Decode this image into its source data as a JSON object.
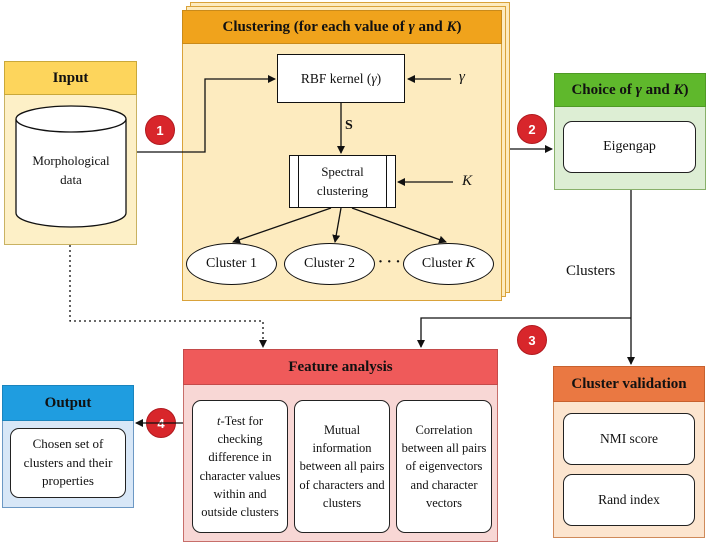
{
  "clustering": {
    "title_prefix": "Clustering (for each value of ",
    "title_gamma": "γ",
    "title_and": " and ",
    "title_K": "K",
    "title_suffix": ")",
    "rbf_prefix": "RBF kernel (",
    "rbf_gamma": "γ",
    "rbf_suffix": ")",
    "gamma_input": "γ",
    "s_label": "S",
    "spectral_label": "Spectral clustering",
    "k_input": "K",
    "cluster1": "Cluster 1",
    "cluster2": "Cluster 2",
    "dots": "· · ·",
    "clusterK_prefix": "Cluster ",
    "clusterK_K": "K"
  },
  "input": {
    "title": "Input",
    "data_label": "Morphological data"
  },
  "choice": {
    "title_prefix": "Choice of ",
    "title_gamma": "γ",
    "title_and": " and ",
    "title_K": "K",
    "title_suffix": ")",
    "eigengap": "Eigengap"
  },
  "clusters_label": "Clusters",
  "badges": [
    "1",
    "2",
    "3",
    "4"
  ],
  "feature": {
    "title": "Feature analysis",
    "box1_t": "t",
    "box1_text": "-Test for checking difference in character values within and outside clusters",
    "box2": "Mutual information between all pairs of characters and clusters",
    "box3": "Correlation between all pairs of eigenvectors and character vectors"
  },
  "output": {
    "title": "Output",
    "text": "Chosen set of clusters and their properties"
  },
  "validation": {
    "title": "Cluster validation",
    "nmi": "NMI score",
    "rand": "Rand index"
  },
  "colors": {
    "clustering_head": "#f0a31c",
    "clustering_body": "#fdebbf",
    "input_head": "#fdd55c",
    "input_body": "#fdf0c7",
    "choice_head": "#5fb82c",
    "choice_body": "#ddeed4",
    "feature_head": "#ef5a5a",
    "feature_body": "#f8d7d5",
    "output_head": "#1f9de0",
    "output_body": "#d8e7f7",
    "validation_head": "#ea7842",
    "validation_body": "#fce5cf",
    "badge": "#d8262b"
  }
}
